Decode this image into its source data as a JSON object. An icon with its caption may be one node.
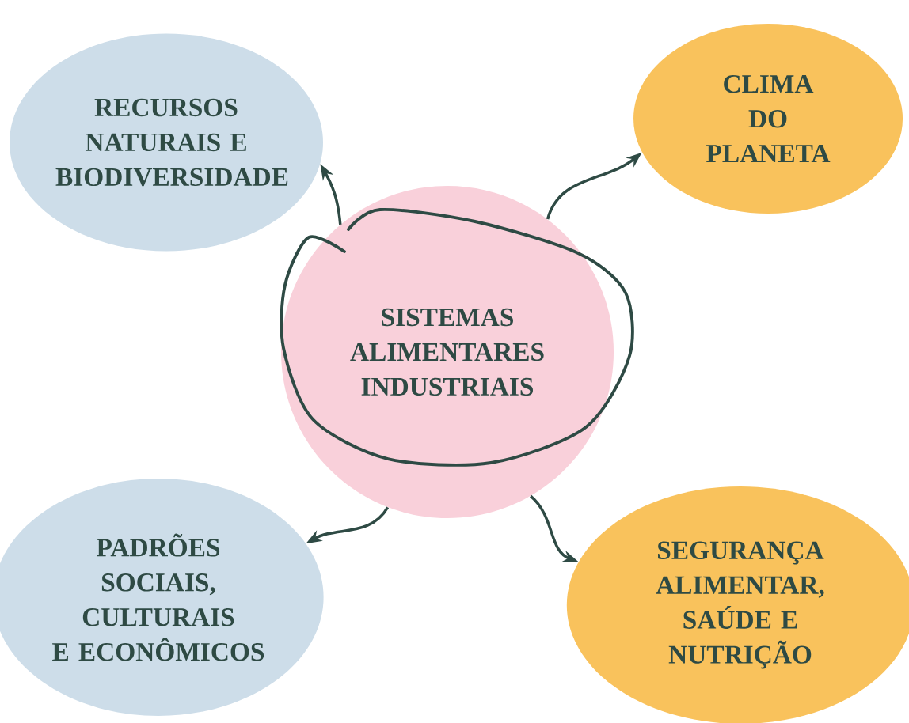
{
  "diagram": {
    "nodes": [
      {
        "text": [
          "SISTEMAS ALIMENTARES INDUSTRIAIS"
        ]
      },
      {
        "text": [
          "RECURSOS NATURAIS E BIODIVERSIDADE"
        ]
      },
      {
        "text": [
          "CLIMA DO PLANETA"
        ]
      },
      {
        "text": [
          "PADRÕES SOCIAIS, CULTURAIS E ECONÔMICOS"
        ]
      },
      {
        "text": [
          "SEGURANÇA ALIMENTAR, SAÚDE E NUTRIÇÃO"
        ]
      }
    ],
    "edges": [
      {
        "from": 0,
        "to": 1,
        "arrow": "to"
      },
      {
        "from": 0,
        "to": 2,
        "arrow": "to"
      },
      {
        "from": 0,
        "to": 3,
        "arrow": "to"
      },
      {
        "from": 0,
        "to": 4,
        "arrow": "to"
      }
    ]
  }
}
